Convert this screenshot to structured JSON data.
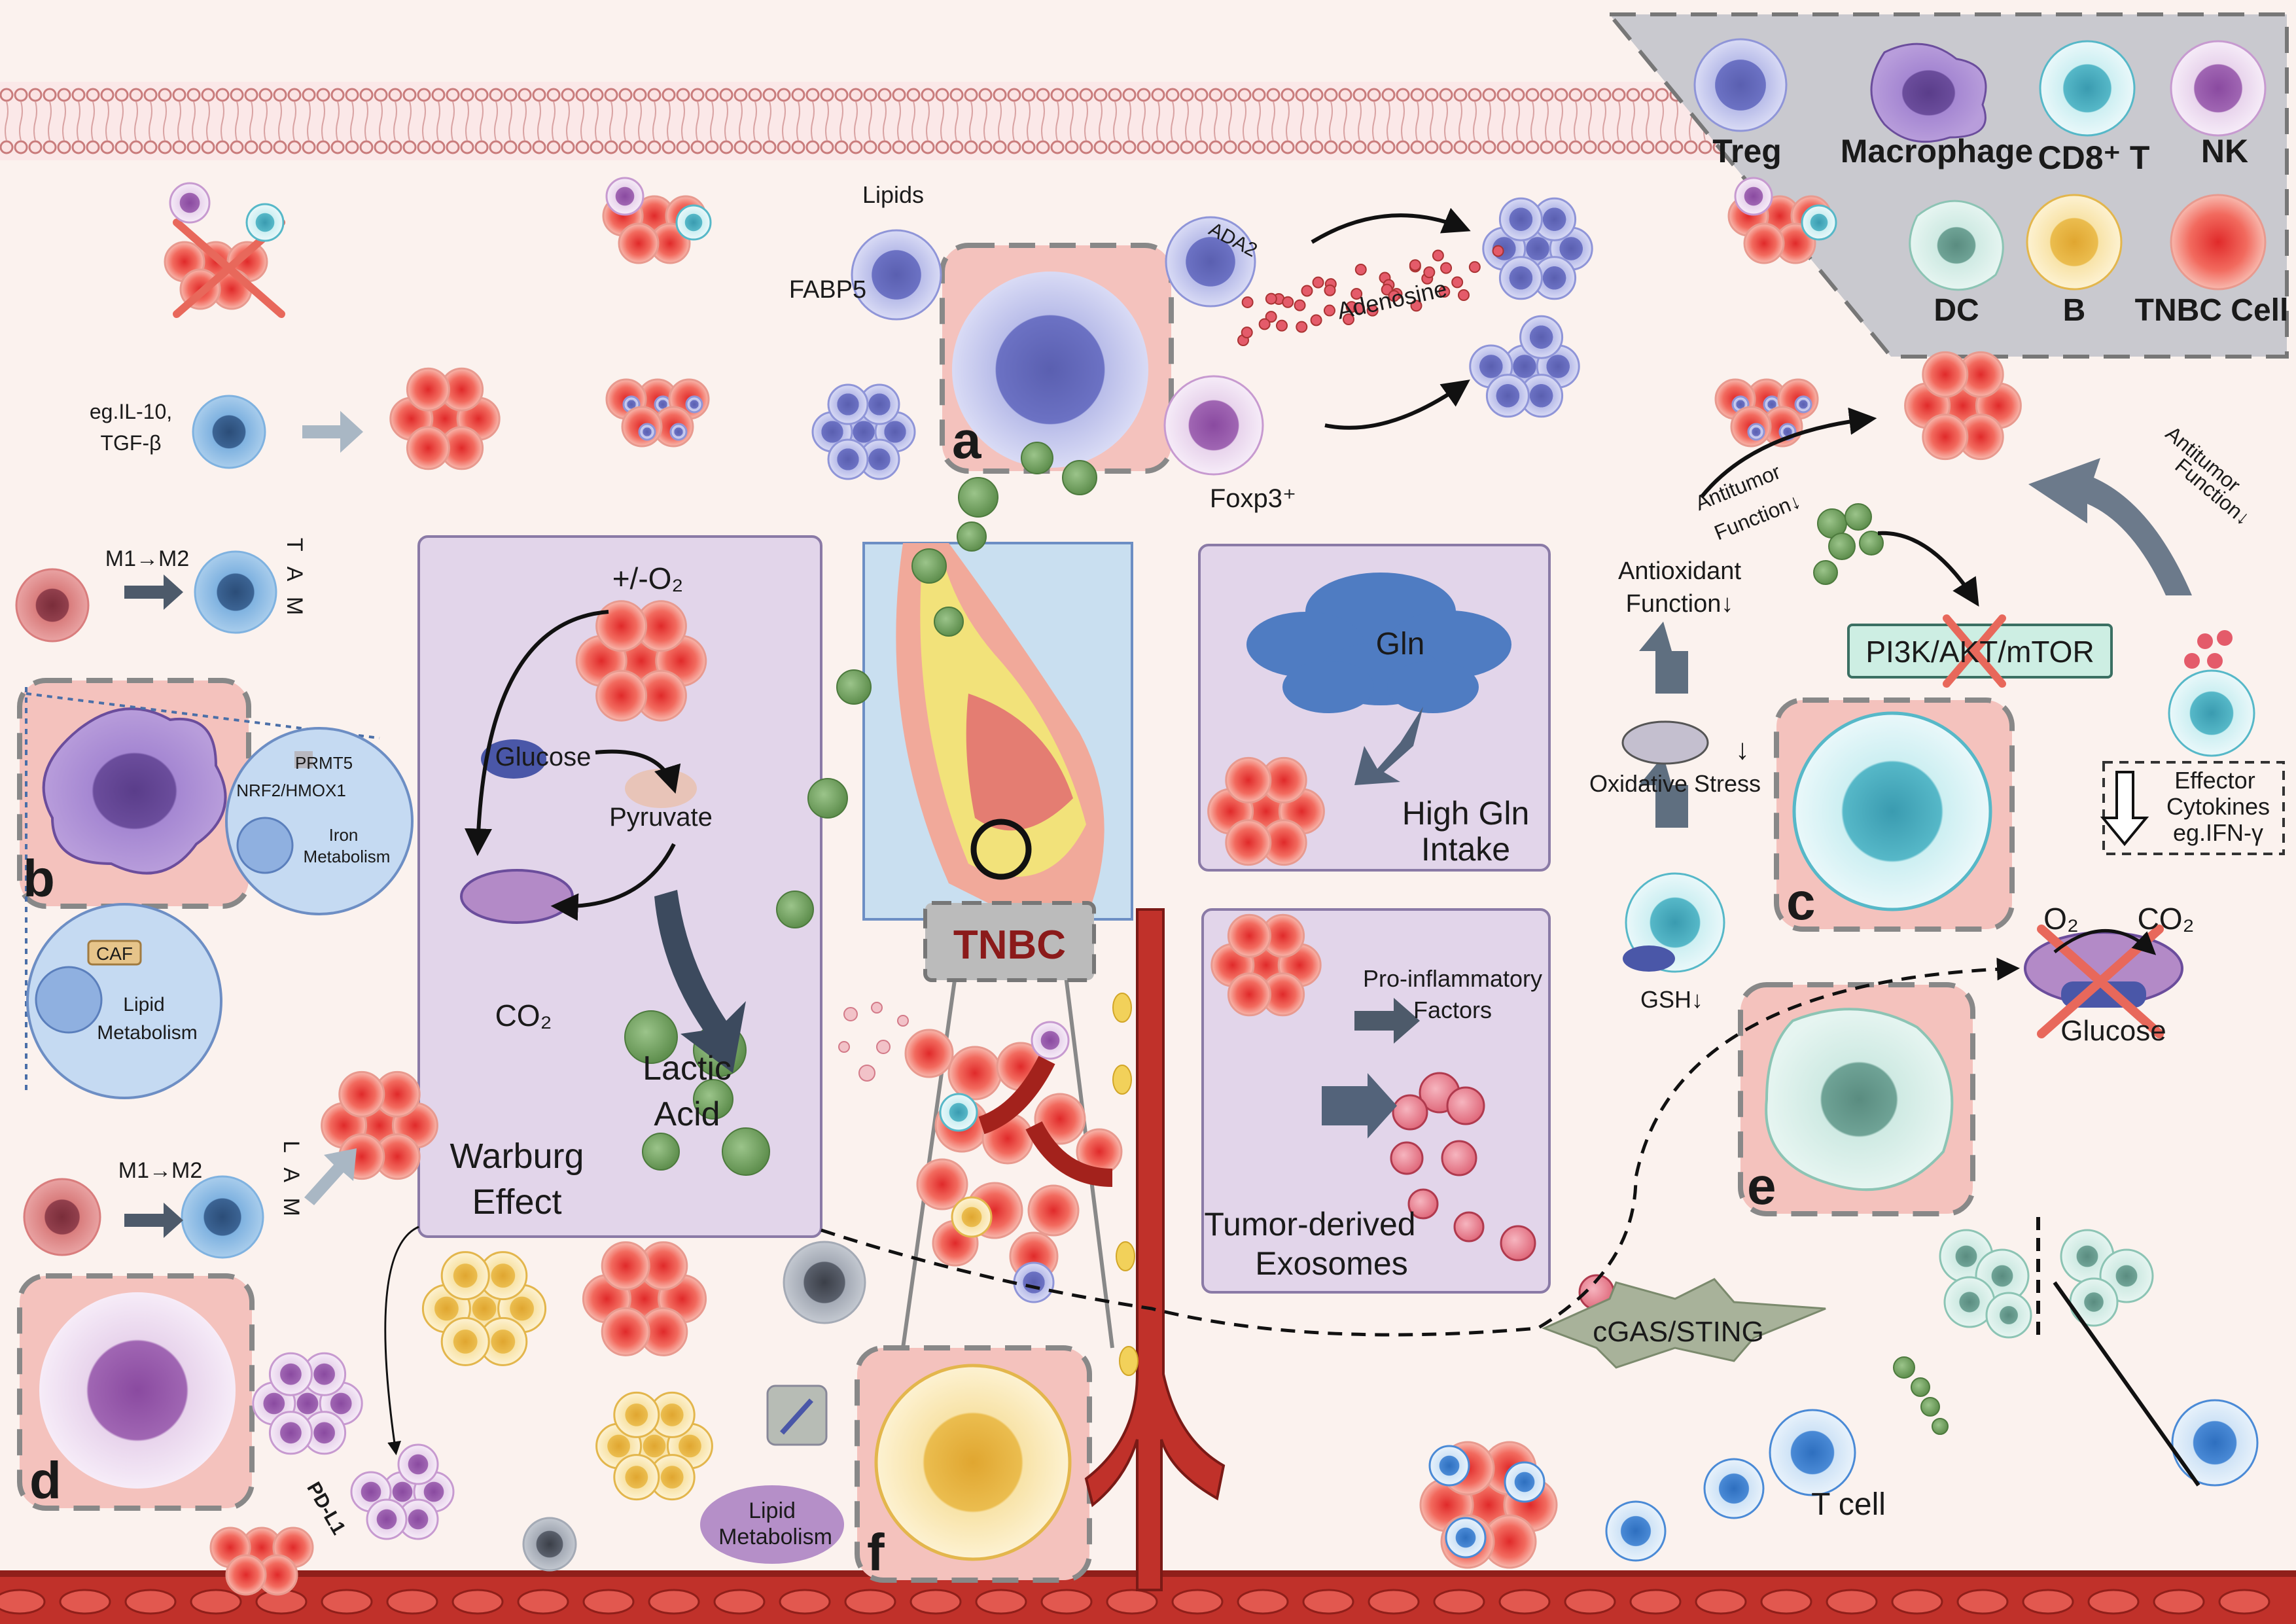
{
  "legend": {
    "items": [
      {
        "label": "Treg",
        "color": "#8f95d8"
      },
      {
        "label": "Macrophage",
        "color": "#9b7fc8"
      },
      {
        "label": "CD8⁺ T",
        "color": "#7fd0d8"
      },
      {
        "label": "NK",
        "color": "#c79ad0"
      },
      {
        "label": "DC",
        "color": "#a9d8c9"
      },
      {
        "label": "B",
        "color": "#f1d07a"
      },
      {
        "label": "TNBC Cell",
        "color": "#ef6a5e"
      }
    ]
  },
  "panels": {
    "a": "a",
    "b": "b",
    "c": "c",
    "d": "d",
    "e": "e",
    "f": "f"
  },
  "labels": {
    "lipids": "Lipids",
    "fabp5": "FABP5",
    "ada2": "ADA2",
    "adenosine": "Adenosine",
    "foxp3": "Foxp3⁺",
    "il10": "eg.IL-10,",
    "tgfb": "TGF-β",
    "m1m2_top": "M1→M2",
    "tam": "T A M",
    "prmt5": "PRMT5",
    "nrf2": "NRF2/HMOX1",
    "iron": "Iron",
    "iron2": "Metabolism",
    "caf": "CAF",
    "lipid_met": "Lipid",
    "lipid_met2": "Metabolism",
    "m1m2_bottom": "M1→M2",
    "lam": "L A M",
    "o2": "+/-O₂",
    "glucose": "Glucose",
    "pyruvate": "Pyruvate",
    "co2": "CO₂",
    "lactic": "Lactic",
    "acid": "Acid",
    "warburg1": "Warburg",
    "warburg2": "Effect",
    "tnbc": "TNBC",
    "gln": "Gln",
    "high_gln1": "High Gln",
    "high_gln2": "Intake",
    "proinflam1": "Pro-inflammatory",
    "proinflam2": "Factors",
    "exo1": "Tumor-derived",
    "exo2": "Exosomes",
    "antitumor_left1": "Antitumor",
    "antitumor_left2": "Function↓",
    "antioxidant1": "Antioxidant",
    "antioxidant2": "Function↓",
    "oxidative": "Oxidative Stress",
    "down_arrow": "↓",
    "gsh": "GSH↓",
    "pi3k": "PI3K/AKT/mTOR",
    "antitumor_right1": "Antitumor",
    "antitumor_right2": "Function↓",
    "effector1": "Effector",
    "effector2": "Cytokines",
    "effector3": "eg.IFN-γ",
    "o2b": "O₂",
    "co2b": "CO₂",
    "glucose2": "Glucose",
    "cgas": "cGAS/STING",
    "tcell": "T cell",
    "pdl1": "PD-L1",
    "lipid_meta_f1": "Lipid",
    "lipid_meta_f2": "Metabolism"
  }
}
